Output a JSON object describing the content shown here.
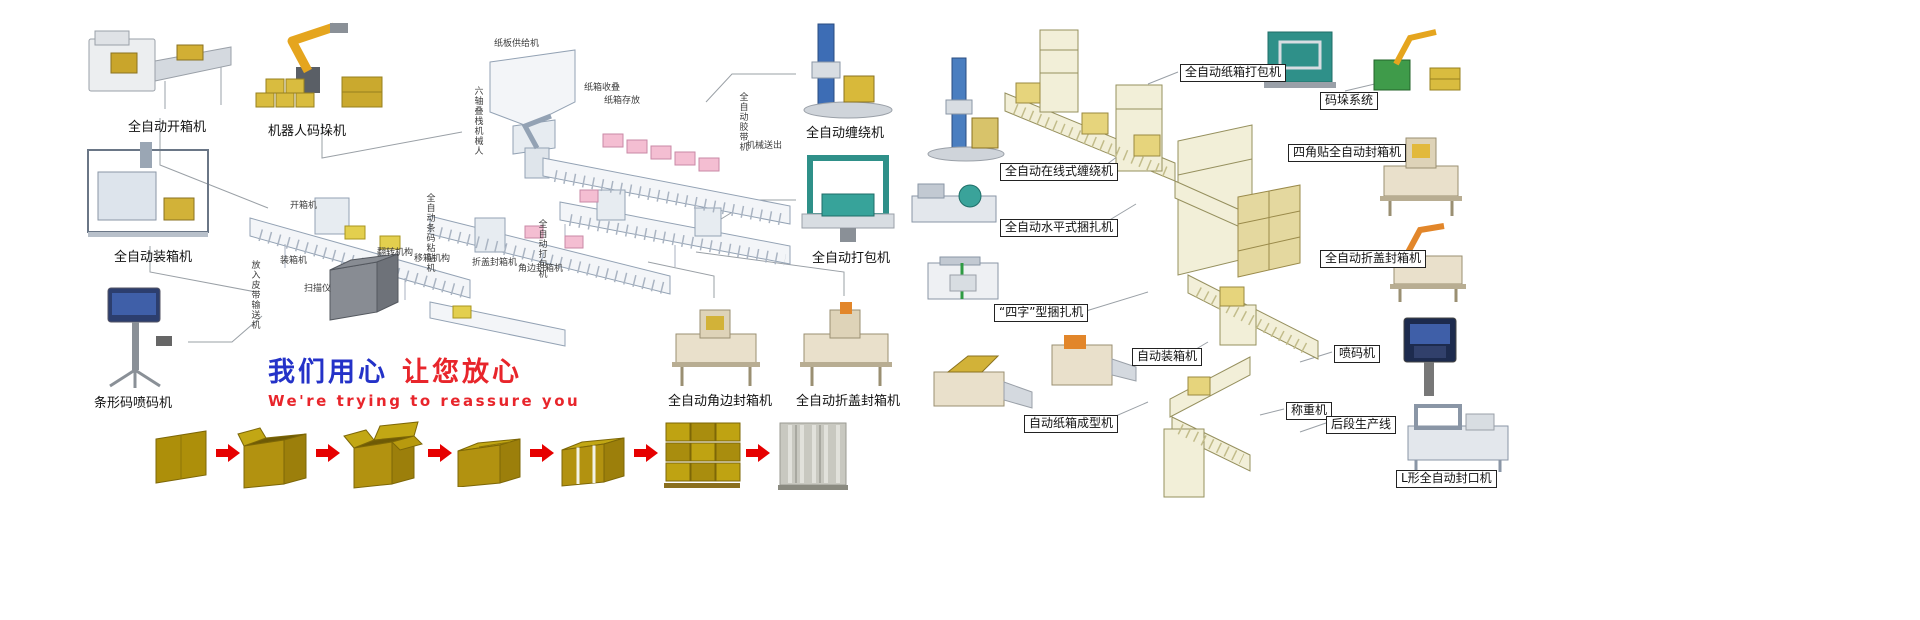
{
  "colors": {
    "arrow_red": "#e60000",
    "slogan_blue": "#2432c8",
    "slogan_red": "#e8252b",
    "carton_yellow": "#b29210",
    "lineart_blue_gray": "#93a2b4",
    "diagram_pale_yellow": "#f2efd8",
    "teal_machine": "#2f9089"
  },
  "slogan": {
    "cn_part1": "我们用心",
    "cn_part2": "让您放心",
    "en": "We're trying to reassure you"
  },
  "left_machines": [
    "全自动开箱机",
    "机器人码垛机",
    "全自动装箱机",
    "条形码喷码机"
  ],
  "mid_machines": [
    "全自动缠绕机",
    "全自动打包机",
    "全自动角边封箱机",
    "全自动折盖封箱机"
  ],
  "line_labels": [
    "纸板供给机",
    "六轴叠栈机械人",
    "纸箱收叠",
    "纸箱存放",
    "全自动胶带机",
    "机械送出",
    "开箱机",
    "全自动条码粘贴机",
    "全自动打包机",
    "装箱机",
    "翻转机构",
    "移箱机构",
    "折盖封箱机",
    "角边封箱机",
    "放入皮带输送机",
    "扫描仪"
  ],
  "right_labels": [
    "全自动纸箱打包机",
    "码垛系统",
    "全自动在线式缠绕机",
    "四角贴全自动封箱机",
    "全自动水平式捆扎机",
    "全自动折盖封箱机",
    "“四字”型捆扎机",
    "自动装箱机",
    "喷码机",
    "自动纸箱成型机",
    "称重机",
    "后段生产线",
    "L形全自动封口机"
  ],
  "process_flow": {
    "arrow_icon": "right-arrow",
    "arrow_color": "#e60000",
    "steps": [
      "flat-carton-blank",
      "opened-carton",
      "carton-flaps-open",
      "sealed-carton",
      "strapped-carton",
      "palletized-cartons",
      "stretch-wrapped-pallet"
    ]
  },
  "photos": [
    "carton-opener",
    "robot-palletizer",
    "case-packer",
    "barcode-inkjet-printer",
    "wrapping-machine",
    "strapping-machine",
    "corner-edge-sealer",
    "flap-fold-sealer",
    "online-wrapper",
    "horizontal-strapper",
    "sizi-strapper",
    "carton-former",
    "auto-case-packer",
    "carton-strapper-teal",
    "palletizing-system",
    "four-corner-sealer",
    "flap-fold-sealer-2",
    "inkjet-printer",
    "l-bar-sealer"
  ]
}
